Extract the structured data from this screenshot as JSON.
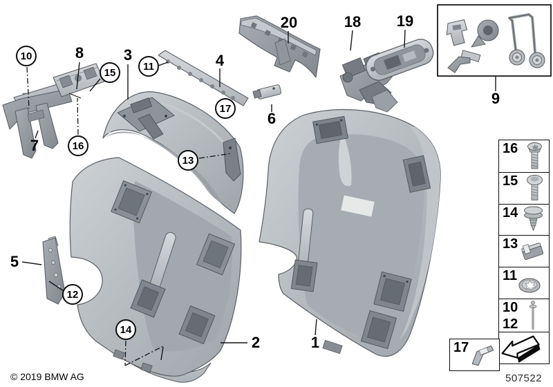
{
  "labels": {
    "n1": "1",
    "n2": "2",
    "n3": "3",
    "n4": "4",
    "n5": "5",
    "n6": "6",
    "n7": "7",
    "n8": "8",
    "n9": "9",
    "n10": "10",
    "n11": "11",
    "n12": "12",
    "n13": "13",
    "n14": "14",
    "n15": "15",
    "n16": "16",
    "n17": "17",
    "n18": "18",
    "n19": "19",
    "n20": "20"
  },
  "callouts": {
    "plain": [
      "1",
      "2",
      "3",
      "4",
      "5",
      "6",
      "7",
      "8",
      "9",
      "18",
      "19",
      "20"
    ],
    "circled": [
      "10",
      "11",
      "12",
      "13",
      "14",
      "15",
      "16",
      "17"
    ]
  },
  "sidebar": {
    "items": [
      {
        "ref": "16",
        "icon": "torx-screw-icon"
      },
      {
        "ref": "15",
        "icon": "pan-head-screw-icon"
      },
      {
        "ref": "14",
        "icon": "expansion-rivet-icon"
      },
      {
        "ref": "13",
        "icon": "sheet-metal-clip-icon"
      },
      {
        "ref": "11",
        "icon": "lock-washer-icon"
      },
      {
        "ref": "10",
        "ref2": "12",
        "icon": "pin-icon"
      },
      {
        "icon": "back-arrow-icon"
      }
    ],
    "extra_item": {
      "ref": "17",
      "icon": "spring-clip-icon"
    }
  },
  "hardware_box": {
    "ref": "9",
    "icons": [
      "u-clip-icon",
      "grommet-icon",
      "torsion-spring-icon",
      "angle-bracket-icon"
    ]
  },
  "footer": {
    "copyright": "© 2019 BMW AG",
    "doc_number": "507522"
  },
  "colors": {
    "part_fill": "#b0b5ba",
    "part_shadow": "#878d93",
    "part_edge": "#5a5f66",
    "line": "#141414",
    "background": "#ffffff"
  }
}
